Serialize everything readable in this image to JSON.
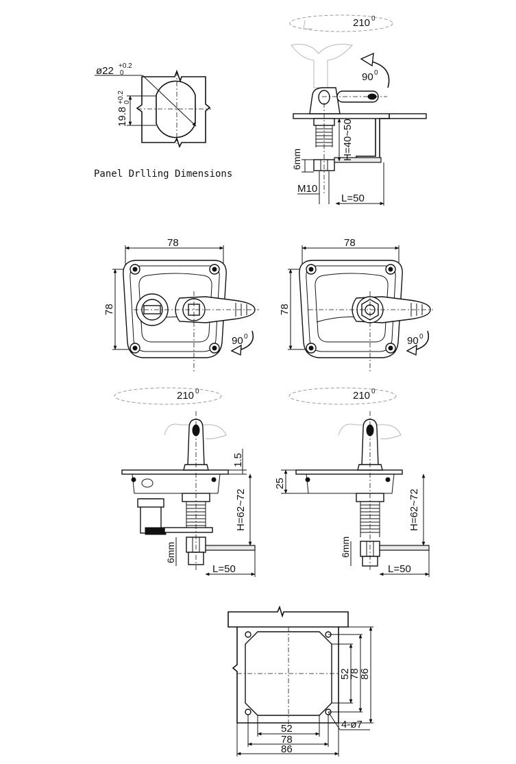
{
  "drilling": {
    "dia_label": "ø22",
    "dia_tol_upper": "+0.2",
    "dia_tol_lower": "0",
    "height_label": "19.8",
    "height_tol": "+0.2",
    "height_tol_lower": "0",
    "caption": "Panel Drlling Dimensions"
  },
  "side_view_top": {
    "rotation_angle": "210",
    "rotation_deg": "0",
    "turn_angle": "90",
    "turn_deg": "0",
    "height_range": "H=40~50",
    "thread_label": "6mm",
    "bolt_label": "M10",
    "length_label": "L=50"
  },
  "front_view_left": {
    "width_label": "78",
    "height_label": "78",
    "turn_angle": "90",
    "turn_deg": "0"
  },
  "front_view_right": {
    "width_label": "78",
    "height_label": "78",
    "turn_angle": "90",
    "turn_deg": "0"
  },
  "side_view_left": {
    "rotation_angle": "210",
    "rotation_deg": "0",
    "thickness_label": "1.5",
    "height_range": "H=62~72",
    "thread_label": "6mm",
    "length_label": "L=50"
  },
  "side_view_right": {
    "rotation_angle": "210",
    "rotation_deg": "0",
    "flange_label": "25",
    "height_range": "H=62~72",
    "thread_label": "6mm",
    "length_label": "L=50"
  },
  "cutout_view": {
    "dim_inner": "52",
    "dim_mid": "78",
    "dim_outer": "86",
    "v_dim_inner": "52",
    "v_dim_mid": "78",
    "v_dim_outer": "86",
    "hole_label": "4-ø7"
  }
}
